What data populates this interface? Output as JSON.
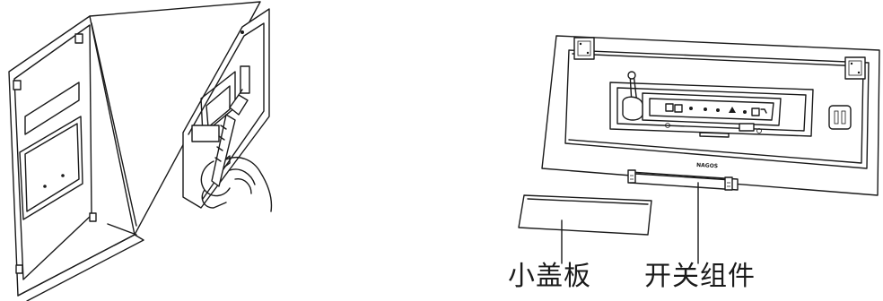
{
  "labels": {
    "small_cover": "小盖板",
    "switch_assembly": "开关组件"
  },
  "device_brand_text": "NAGOS",
  "colors": {
    "line": "#1a1a1a",
    "background": "#ffffff"
  }
}
